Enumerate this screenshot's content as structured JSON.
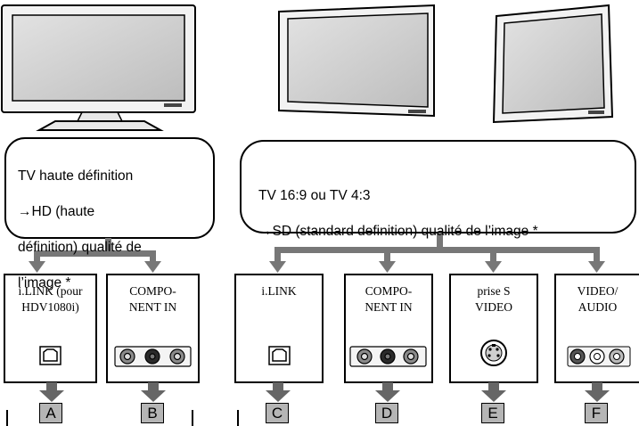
{
  "hd_box": {
    "line1": "TV haute définition",
    "line2": "→HD (haute",
    "line3": "définition) qualité de",
    "line4": "l’image *"
  },
  "sd_box": {
    "line1": "TV 16:9 ou TV 4:3",
    "line2": "→SD (standard definition) qualité de l’image *"
  },
  "ports": [
    {
      "label": "i.LINK (pour\nHDV1080i)",
      "letter": "A",
      "icon": "ilink-connector-icon"
    },
    {
      "label": "COMPO-\nNENT IN",
      "letter": "B",
      "icon": "component-jacks-icon"
    },
    {
      "label": "i.LINK",
      "letter": "C",
      "icon": "ilink-connector-icon"
    },
    {
      "label": "COMPO-\nNENT IN",
      "letter": "D",
      "icon": "component-jacks-icon"
    },
    {
      "label": "prise S\nVIDEO",
      "letter": "E",
      "icon": "svideo-jack-icon"
    },
    {
      "label": "VIDEO/\nAUDIO",
      "letter": "F",
      "icon": "av-jacks-icon"
    }
  ],
  "colors": {
    "line": "#000000",
    "arrow": "#777777",
    "screen": "#d3d3d3",
    "letter_bg": "#b5b5b5"
  }
}
